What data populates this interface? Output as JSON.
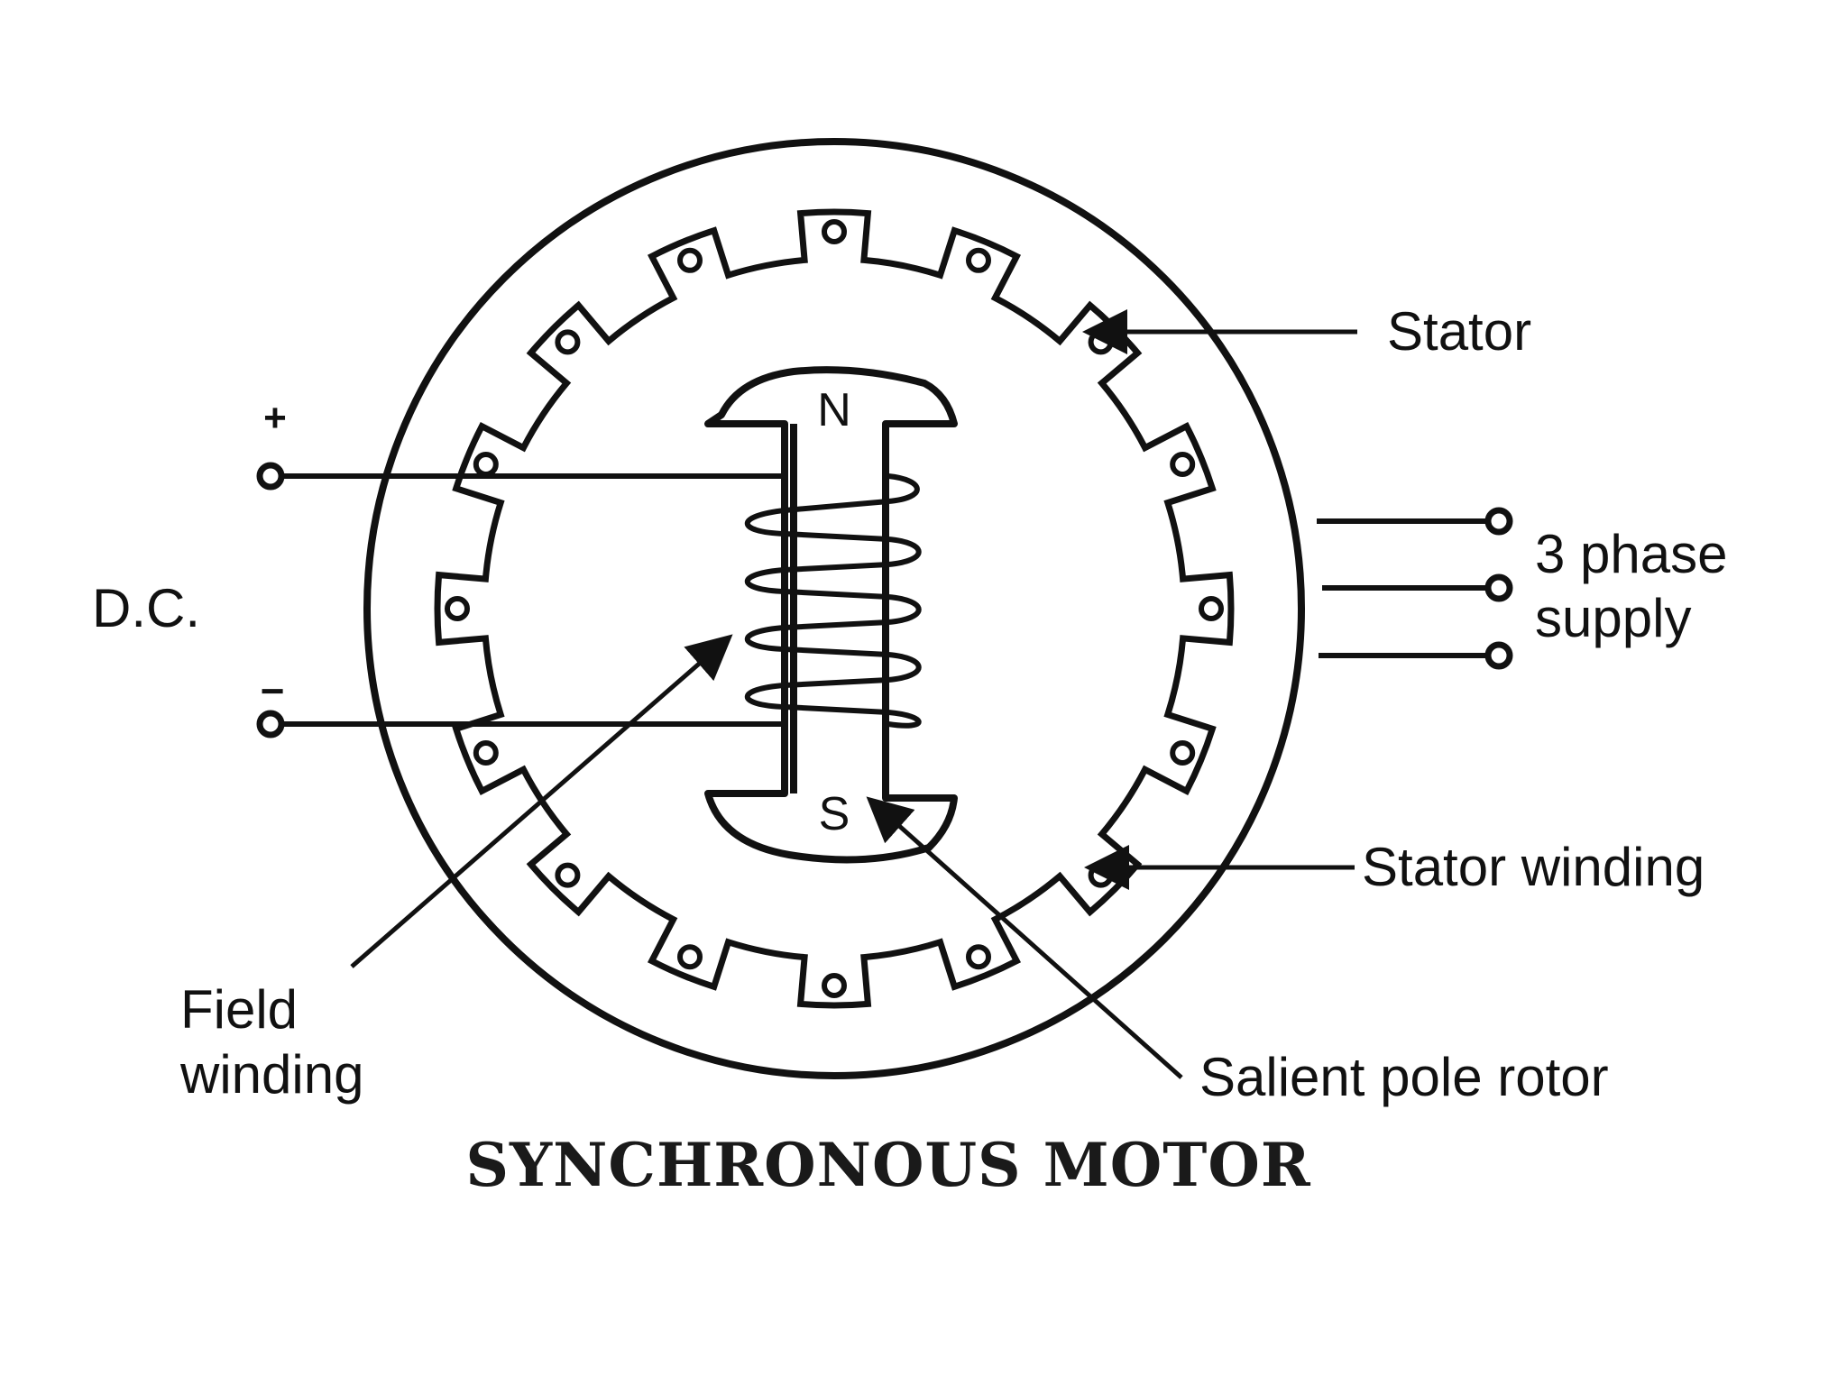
{
  "labels": {
    "stator": "Stator",
    "three_phase_supply": [
      "3 phase",
      "supply"
    ],
    "stator_winding": "Stator winding",
    "salient_pole_rotor": "Salient pole rotor",
    "field_winding": [
      "Field",
      "winding"
    ],
    "dc": "D.C.",
    "plus": "+",
    "minus": "−",
    "north_pole": "N",
    "south_pole": "S"
  },
  "caption": "SYNCHRONOUS MOTOR",
  "components": {
    "stator_slots_count": 16
  }
}
